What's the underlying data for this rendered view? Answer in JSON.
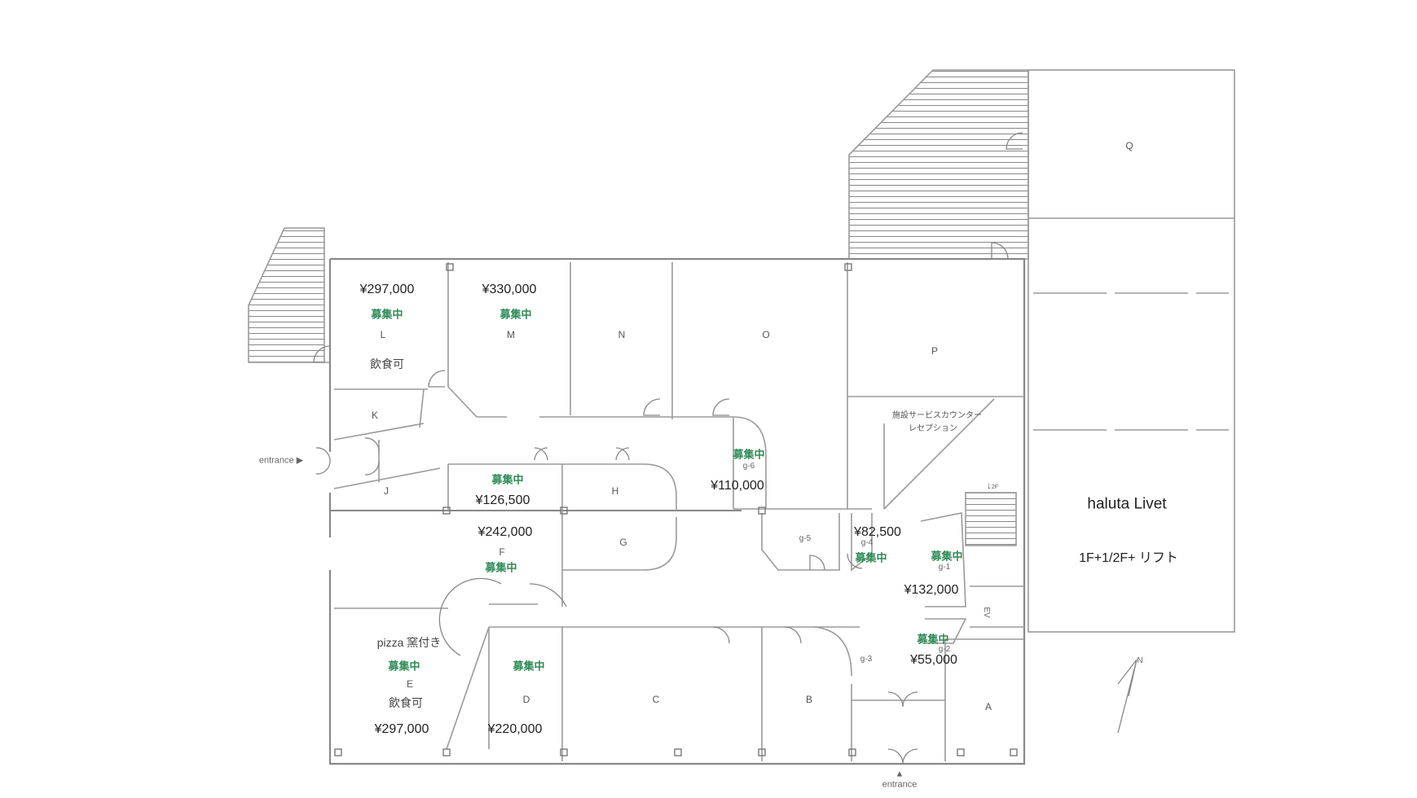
{
  "entrances": {
    "left_label": "entrance",
    "left_arrow": "▶",
    "bottom_label": "entrance",
    "bottom_arrow": "▲"
  },
  "status_text": "募集中",
  "units": {
    "L": {
      "price": "¥297,000",
      "note": "飲食可"
    },
    "M": {
      "price": "¥330,000"
    },
    "N": {},
    "O": {},
    "P": {},
    "Q": {},
    "K": {},
    "J": {},
    "I": {
      "price": "¥126,500"
    },
    "H": {},
    "G": {},
    "F": {
      "price": "¥242,000"
    },
    "E": {
      "price": "¥297,000",
      "note_top": "pizza 窯付き",
      "note": "飲食可"
    },
    "D": {
      "price": "¥220,000"
    },
    "C": {},
    "B": {},
    "A": {},
    "g-1": {
      "price": "¥132,000"
    },
    "g-2": {
      "price": "¥55,000"
    },
    "g-3": {},
    "g-4": {
      "price": "¥82,500"
    },
    "g-5": {},
    "g-6": {
      "price": "¥110,000"
    }
  },
  "reception": {
    "line1": "施設サービスカウンター",
    "line2": "レセプション"
  },
  "haluta": {
    "title": "haluta Livet",
    "subtitle": "1F+1/2F+ リフト"
  },
  "stairs_mark": "↓",
  "stairs_small": "2F",
  "elevator_mark": "EV",
  "north": "N"
}
